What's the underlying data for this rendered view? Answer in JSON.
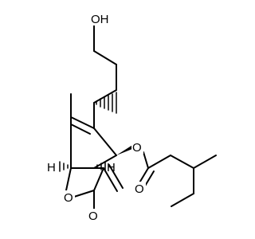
{
  "molecule": {
    "atoms": {
      "hydroxyl": "OH",
      "lactone_ring_oxygen": "O",
      "carbonyl_oxygen": "O",
      "ester_oxygen": "O",
      "ester_carbonyl_oxygen": "O",
      "stereo_h_left": "H",
      "stereo_h_right": "H"
    }
  },
  "colors": {
    "bond": "#000000",
    "label": "#000000",
    "background": "#ffffff"
  }
}
